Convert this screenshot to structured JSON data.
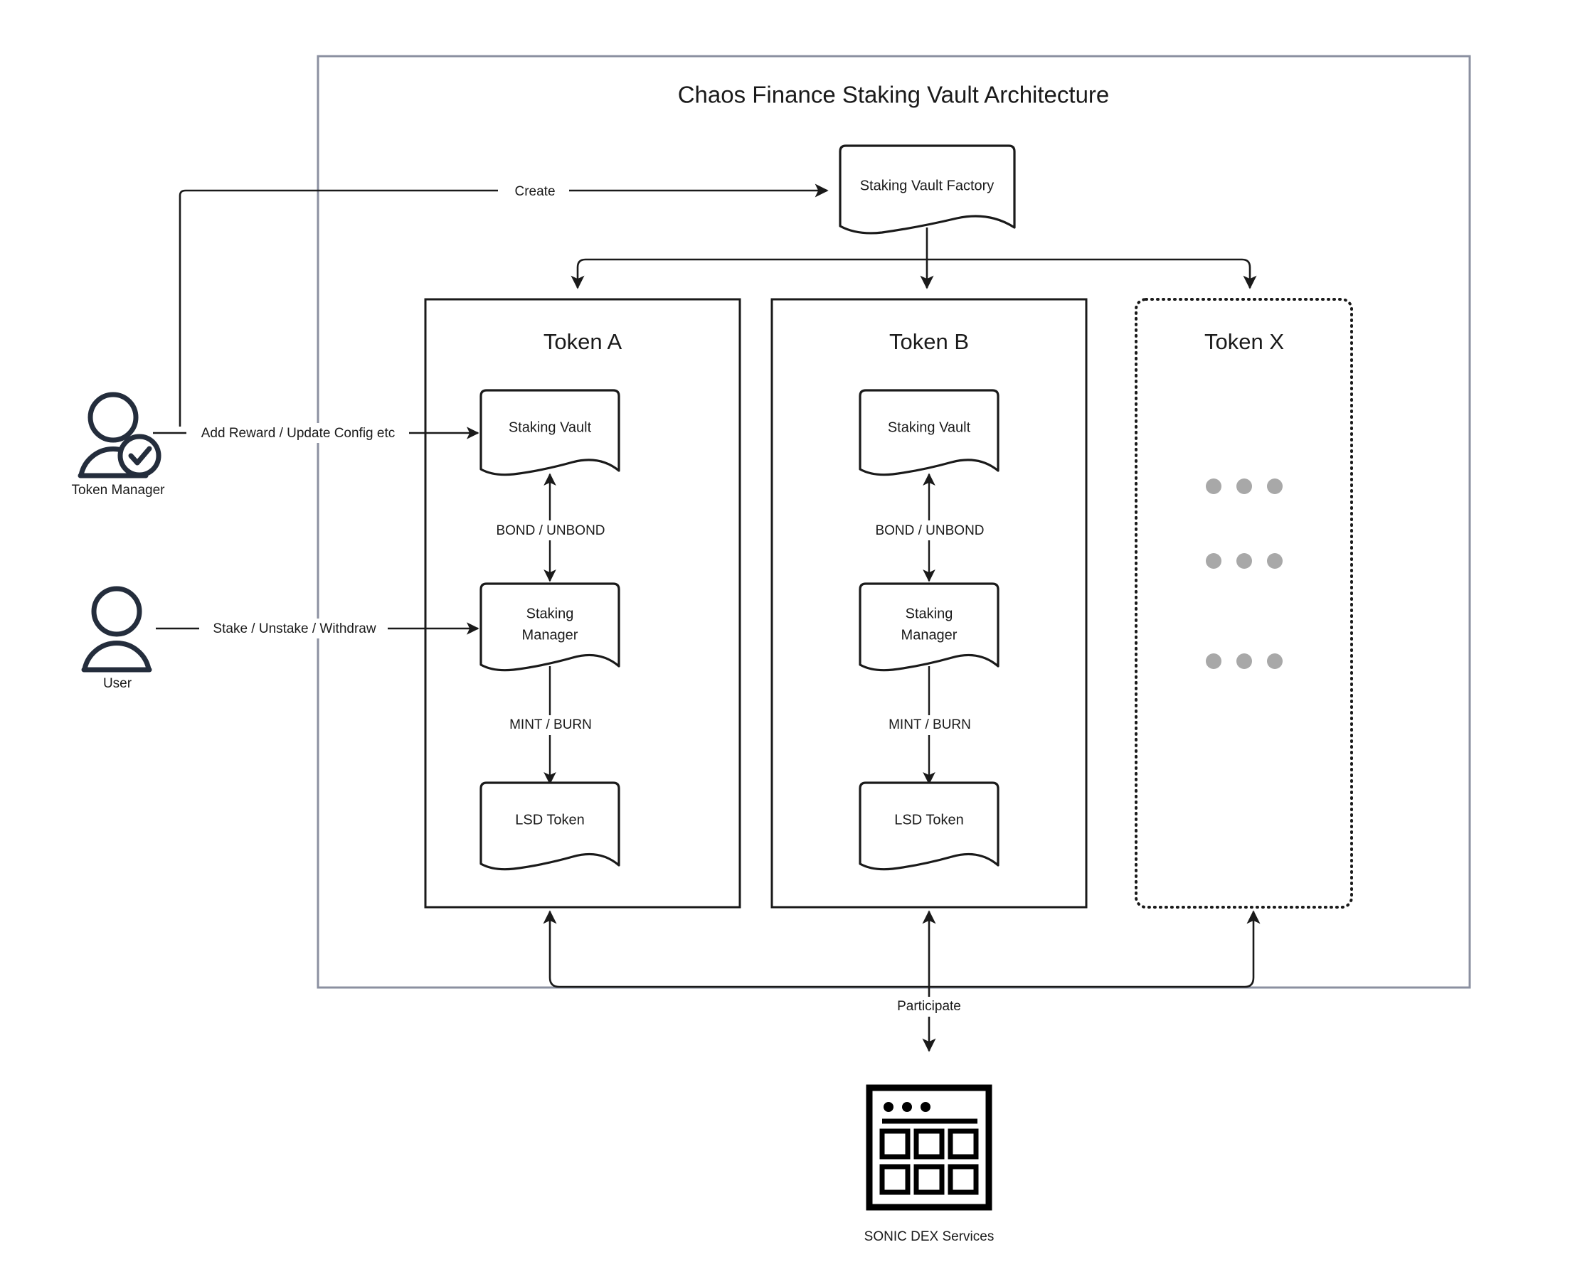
{
  "diagram": {
    "title": "Chaos Finance Staking Vault Architecture",
    "container_border_color": "#8b90a0",
    "node_stroke_color": "#1a1a1a",
    "actor_color": "#242d3c",
    "placeholder_dot_color": "#a8a8a8"
  },
  "factory": {
    "label": "Staking Vault Factory"
  },
  "actors": [
    {
      "label": "Token Manager",
      "icon": "user-check-icon"
    },
    {
      "label": "User",
      "icon": "user-icon"
    }
  ],
  "edges": {
    "create": "Create",
    "manager_action": "Add Reward / Update Config etc",
    "user_action": "Stake / Unstake / Withdraw",
    "bond": "BOND / UNBOND",
    "mint": "MINT / BURN",
    "participate": "Participate"
  },
  "columns": [
    {
      "title": "Token A",
      "style": "solid",
      "nodes": [
        {
          "label": "Staking Vault"
        },
        {
          "label_line1": "Staking",
          "label_line2": "Manager"
        },
        {
          "label": "LSD Token"
        }
      ]
    },
    {
      "title": "Token B",
      "style": "solid",
      "nodes": [
        {
          "label": "Staking Vault"
        },
        {
          "label_line1": "Staking",
          "label_line2": "Manager"
        },
        {
          "label": "LSD Token"
        }
      ]
    },
    {
      "title": "Token X",
      "style": "dotted",
      "placeholder_rows": 3,
      "placeholder_dots_per_row": 3
    }
  ],
  "external_service": {
    "label": "SONIC DEX Services",
    "icon": "application-window-grid-icon"
  }
}
